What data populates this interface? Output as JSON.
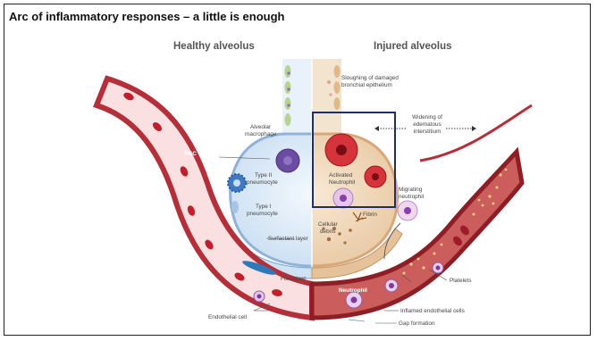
{
  "slide": {
    "title": "Arc of inflammatory responses – a little is enough"
  },
  "panels": {
    "healthy": "Healthy alveolus",
    "injured": "Injured alveolus"
  },
  "labels": {
    "rbc": "RBC",
    "alveolar_macrophage_1": "Alveolar",
    "alveolar_macrophage_2": "macrophage",
    "type2_1": "Type II",
    "type2_2": "pneumocyte",
    "type1_1": "Type I",
    "type1_2": "pneumocyte",
    "surfactant": "Surfactant layer",
    "fibroblast": "Fibroblast",
    "endothelial": "Endothelial cell",
    "sloughing_1": "Sloughing of damaged",
    "sloughing_2": "bronchial epithelium",
    "widening_1": "Widening of",
    "widening_2": "edematous",
    "widening_3": "interstitium",
    "activated_1": "Activated",
    "activated_2": "Neutrophil",
    "migrating_1": "Migrating",
    "migrating_2": "neutrophil",
    "fibrin": "Fibrin",
    "debris_1": "Cellular",
    "debris_2": "debris",
    "platelets": "Platelets",
    "neutrophil": "Neutrophil",
    "inflamed": "Inflamed endothelial cells",
    "gap": "Gap formation"
  },
  "colors": {
    "vessel_wall": "#b3303a",
    "vessel_lumen": "#fbe0e2",
    "rbc": "#c0202c",
    "alveolus_fill": "#dbeaf7",
    "injured_fill": "#f0dcc3",
    "highlight_box": "#1f2d6e",
    "macrophage": "#5b3f93"
  }
}
